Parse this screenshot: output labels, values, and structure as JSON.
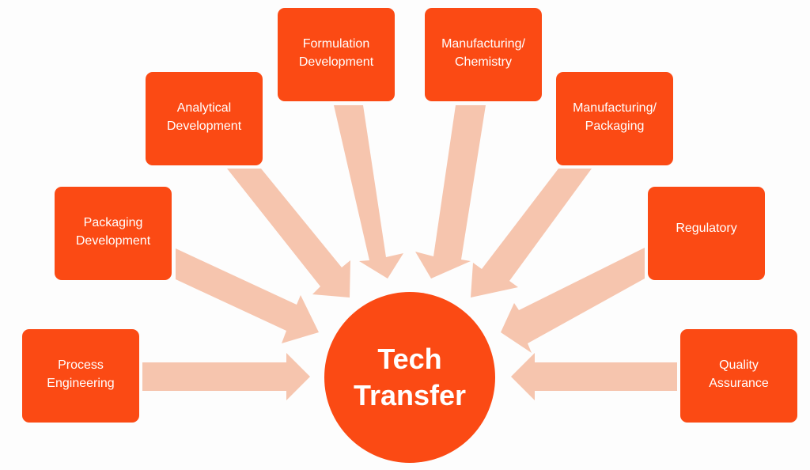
{
  "diagram": {
    "title": "Tech Transfer",
    "hub": {
      "label": "Tech\nTransfer"
    },
    "nodes": [
      {
        "id": "process-engineering",
        "label": "Process\nEngineering"
      },
      {
        "id": "packaging-development",
        "label": "Packaging\nDevelopment"
      },
      {
        "id": "analytical-development",
        "label": "Analytical\nDevelopment"
      },
      {
        "id": "formulation-development",
        "label": "Formulation\nDevelopment"
      },
      {
        "id": "manufacturing-chemistry",
        "label": "Manufacturing/\nChemistry"
      },
      {
        "id": "manufacturing-packaging",
        "label": "Manufacturing/\nPackaging"
      },
      {
        "id": "regulatory",
        "label": "Regulatory"
      },
      {
        "id": "quality-assurance",
        "label": "Quality\nAssurance"
      }
    ],
    "edges": [
      {
        "from": "process-engineering",
        "to": "hub"
      },
      {
        "from": "packaging-development",
        "to": "hub"
      },
      {
        "from": "analytical-development",
        "to": "hub"
      },
      {
        "from": "formulation-development",
        "to": "hub"
      },
      {
        "from": "manufacturing-chemistry",
        "to": "hub"
      },
      {
        "from": "manufacturing-packaging",
        "to": "hub"
      },
      {
        "from": "regulatory",
        "to": "hub"
      },
      {
        "from": "quality-assurance",
        "to": "hub"
      }
    ],
    "colors": {
      "node_fill": "#fb4a14",
      "arrow_fill": "#f6c5ae",
      "text": "#ffffff",
      "background": "#fdfdfd"
    }
  }
}
